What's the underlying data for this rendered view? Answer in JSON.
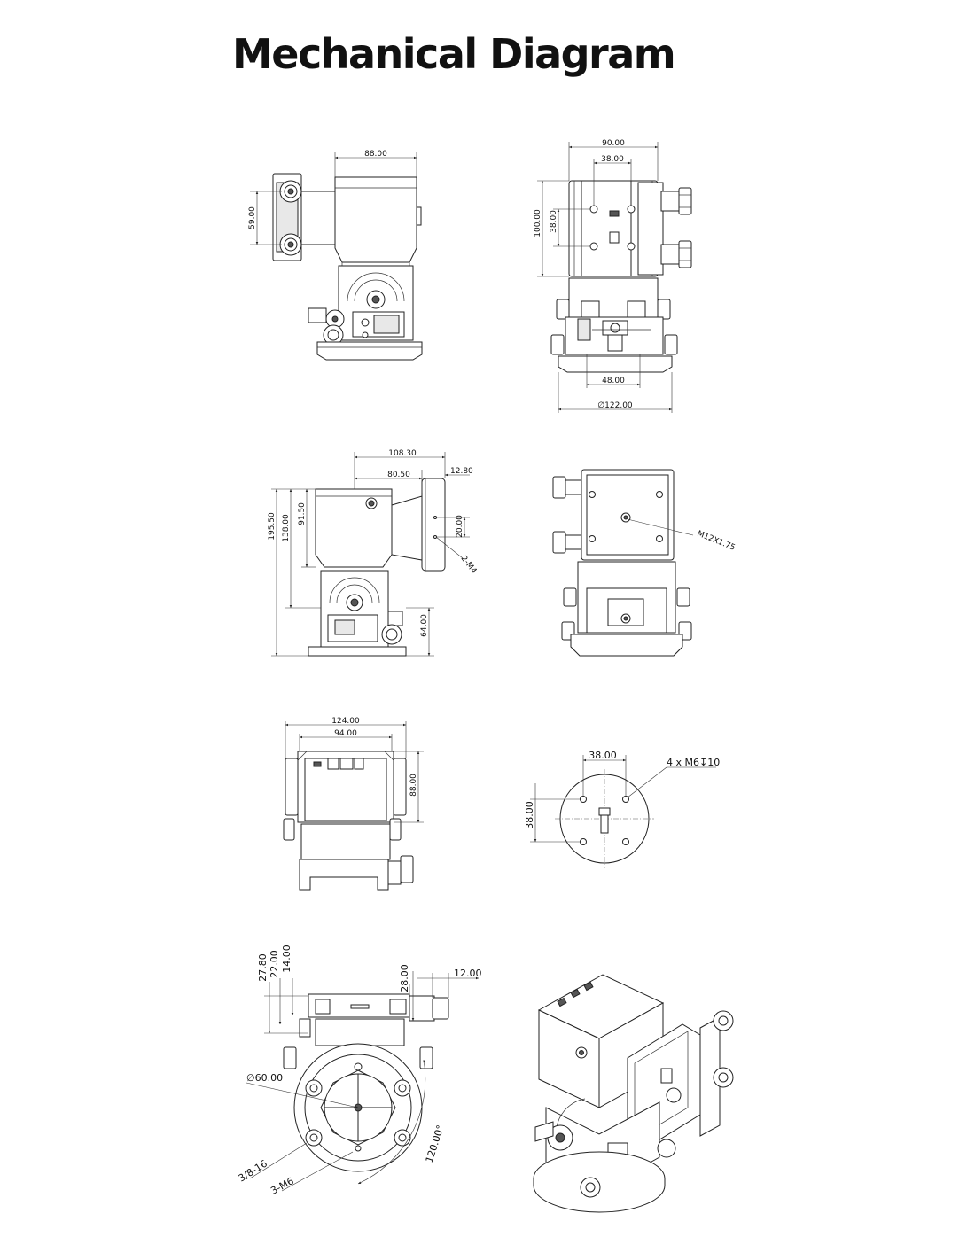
{
  "page": {
    "title": "Mechanical Diagram"
  },
  "views": {
    "left_side": {
      "width": "88.00",
      "height": "59.00"
    },
    "front": {
      "width": "90.00",
      "inner": "38.00",
      "height": "100.00",
      "inner_height": "38.00",
      "base_span": "48.00",
      "base_diameter": "∅122.00"
    },
    "side_profile": {
      "length": "108.30",
      "offset": "80.50",
      "thickness": "12.80",
      "total_height": "195.50",
      "upper_height": "138.00",
      "head_height": "91.50",
      "hole_spacing": "20.00",
      "hole_callout": "2-M4",
      "base_height": "64.00"
    },
    "rear": {
      "thread_callout": "M12X1.75"
    },
    "top": {
      "outer_width": "124.00",
      "inner_width": "94.00",
      "depth": "88.00"
    },
    "mount_plate": {
      "spacing_x": "38.00",
      "spacing_y": "38.00",
      "hole_callout": "4 x M6↧10"
    },
    "bottom": {
      "h1": "27.80",
      "h2": "22.00",
      "h3": "14.00",
      "h4": "28.00",
      "h5": "12.00",
      "diameter": "∅60.00",
      "angle": "120.00°",
      "thread_large": "3/8-16",
      "thread_small": "3-M6"
    },
    "iso": {}
  }
}
